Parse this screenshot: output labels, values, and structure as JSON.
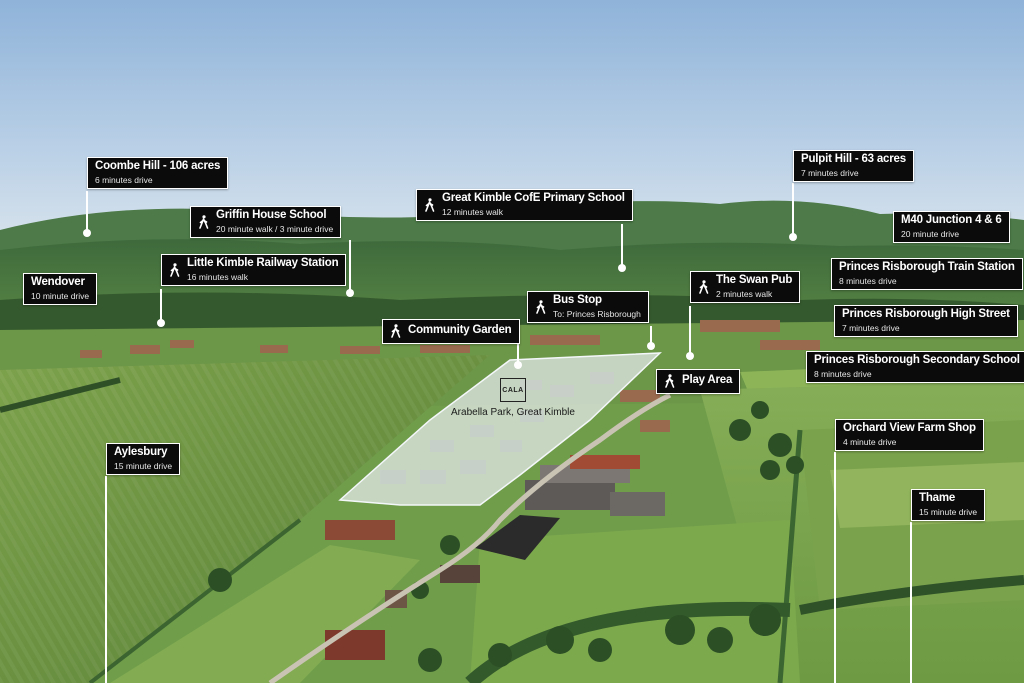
{
  "development": {
    "logo_text": "CALA",
    "name": "Arabella Park, Great Kimble"
  },
  "labels": [
    {
      "title": "Coombe Hill - 106 acres",
      "sub": "6 minutes drive",
      "walk": false
    },
    {
      "title": "Griffin House School",
      "sub": "20 minute walk / 3 minute drive",
      "walk": true
    },
    {
      "title": "Great Kimble CofE Primary School",
      "sub": "12 minutes walk",
      "walk": true
    },
    {
      "title": "Pulpit Hill - 63 acres",
      "sub": "7 minutes drive",
      "walk": false
    },
    {
      "title": "M40 Junction 4 & 6",
      "sub": "20 minute drive",
      "walk": false
    },
    {
      "title": "Little Kimble Railway Station",
      "sub": "16 minutes walk",
      "walk": true
    },
    {
      "title": "Wendover",
      "sub": "10 minute drive",
      "walk": false
    },
    {
      "title": "The Swan Pub",
      "sub": "2 minutes walk",
      "walk": true
    },
    {
      "title": "Princes Risborough Train Station",
      "sub": "8 minutes drive",
      "walk": false
    },
    {
      "title": "Bus Stop",
      "sub": "To: Princes Risborough",
      "walk": true
    },
    {
      "title": "Community Garden",
      "sub": "",
      "walk": true
    },
    {
      "title": "Princes Risborough High Street",
      "sub": "7 minutes drive",
      "walk": false
    },
    {
      "title": "Princes Risborough Secondary School",
      "sub": "8 minutes drive",
      "walk": false
    },
    {
      "title": "Play Area",
      "sub": "",
      "walk": true
    },
    {
      "title": "Aylesbury",
      "sub": "15 minute drive",
      "walk": false
    },
    {
      "title": "Orchard View Farm Shop",
      "sub": "4 minute drive",
      "walk": false
    },
    {
      "title": "Thame",
      "sub": "15 minute drive",
      "walk": false
    }
  ],
  "icons": {
    "walk": "walking-person-icon"
  }
}
